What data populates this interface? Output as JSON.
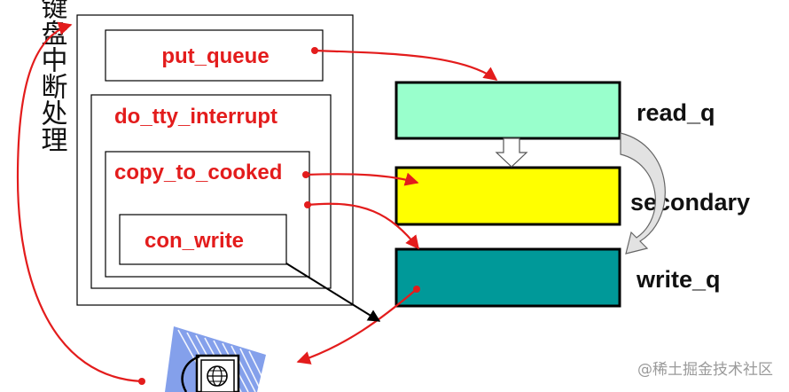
{
  "side_label": "键盘中断处理",
  "functions": {
    "put_queue": "put_queue",
    "do_tty_interrupt": "do_tty_interrupt",
    "copy_to_cooked": "copy_to_cooked",
    "con_write": "con_write"
  },
  "queues": {
    "read_q": "read_q",
    "secondary": "secondary",
    "write_q": "write_q"
  },
  "watermark": "@稀土掘金技术社区",
  "icons": [
    "keyboard-device-icon",
    "globe-icon"
  ],
  "colors": {
    "arrow_red": "#e31c1c",
    "read_q_fill": "#99ffcc",
    "secondary_fill": "#ffff00",
    "write_q_fill": "#009999",
    "keyboard_fan": "#6f8fe8"
  }
}
